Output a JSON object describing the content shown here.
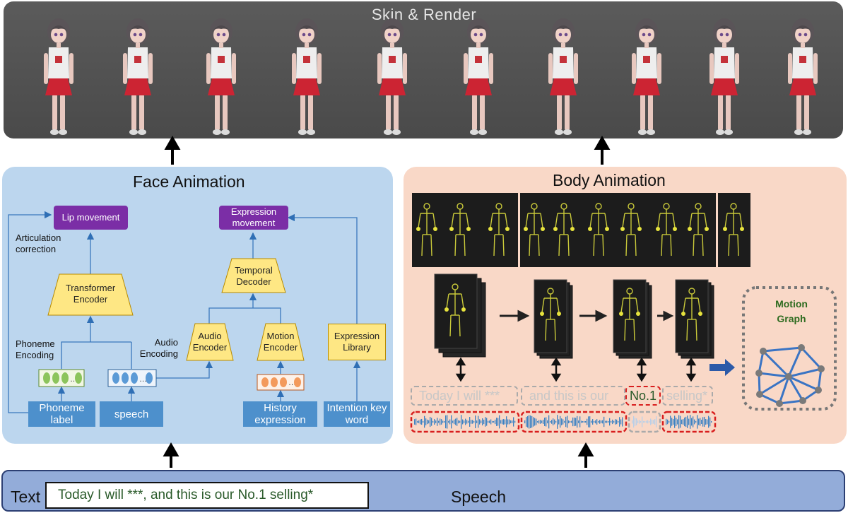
{
  "render": {
    "title": "Skin & Render",
    "character_count": 10
  },
  "face": {
    "title": "Face Animation",
    "lip_movement": "Lip movement",
    "expression_movement": "Expression movement",
    "articulation_correction": "Articulation correction",
    "transformer_encoder": "Transformer Encoder",
    "temporal_decoder": "Temporal Decoder",
    "audio_encoder": "Audio Encoder",
    "motion_encoder": "Motion Encoder",
    "expression_library": "Expression Library",
    "phoneme_encoding": "Phoneme Encoding",
    "audio_encoding": "Audio Encoding",
    "phoneme_label": "Phoneme label",
    "speech": "speech",
    "history_expression": "History expression",
    "intention_key_word": "Intention key word"
  },
  "body": {
    "title": "Body Animation",
    "motion_graph": "Motion Graph",
    "tags": [
      "Today I will ***",
      "and this is  our",
      "No.1",
      "selling*"
    ]
  },
  "input": {
    "text_label": "Text",
    "text_value": "Today I will ***,  and this is  our No.1 selling*",
    "speech_label": "Speech"
  },
  "colors": {
    "render_bg": "#505050",
    "face_bg": "#bcd6ee",
    "body_bg": "#f9d8c7",
    "bar_bg": "#93acd9",
    "node_blue": "#4d90cc",
    "node_purple": "#7b2ea6",
    "encoder_yellow": "#fee784",
    "highlight_red": "#d81e1e",
    "wave_blue": "#3b82c4"
  }
}
